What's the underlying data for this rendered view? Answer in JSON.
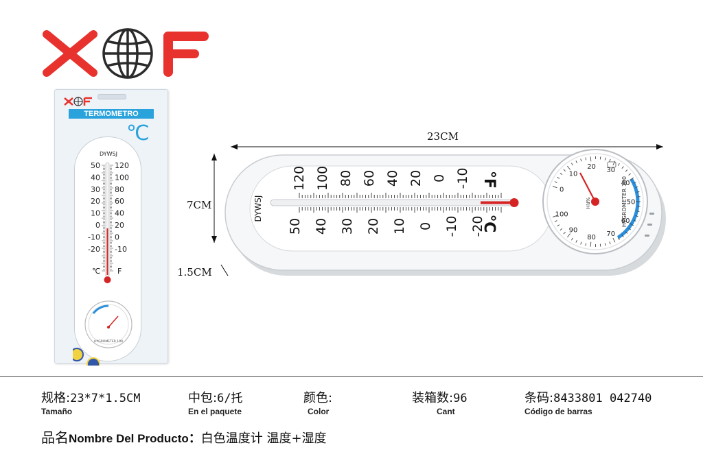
{
  "brand": {
    "logo_text": "XOF",
    "colors": {
      "red": "#e8322d",
      "dark": "#2b2b2b",
      "accent": "#2aa2dc"
    }
  },
  "package": {
    "label": "TERMOMETRO",
    "unit_symbol": "℃",
    "model": "DYWSJ",
    "celsius_scale": [
      "50",
      "40",
      "30",
      "20",
      "10",
      "0",
      "-10",
      "-20"
    ],
    "fahrenheit_scale": [
      "120",
      "100",
      "80",
      "60",
      "40",
      "20",
      "0",
      "-10"
    ],
    "unit_c": "℃",
    "unit_f": "F",
    "hygrometer_text": "HYGROMETER 100"
  },
  "product": {
    "model": "DYWSJ",
    "celsius_scale": [
      "50",
      "40",
      "30",
      "20",
      "10",
      "0",
      "-10",
      "-20"
    ],
    "fahrenheit_scale": [
      "120",
      "100",
      "80",
      "60",
      "40",
      "20",
      "0",
      "-10"
    ],
    "unit_c": "℃",
    "unit_f": "°F",
    "rh_label": "%RH",
    "hygrometer_text": "HYGROMETER 100",
    "dial_numbers": [
      "0",
      "10",
      "20",
      "30",
      "40",
      "50",
      "60",
      "70",
      "80",
      "90",
      "100"
    ],
    "dimensions": {
      "length": "23CM",
      "height": "7CM",
      "depth": "1.5CM"
    }
  },
  "specs": {
    "size": {
      "label": "规格:",
      "value": "23*7*1.5CM",
      "sub": "Tamaño"
    },
    "inner": {
      "label": "中包:",
      "value": "6/托",
      "sub": "En el paquete"
    },
    "color": {
      "label": "颜色:",
      "value": "",
      "sub": "Color"
    },
    "carton": {
      "label": "装箱数:",
      "value": "96",
      "sub": "Cant"
    },
    "barcode": {
      "label": "条码:",
      "value": "8433801 042740",
      "sub": "Código de barras"
    }
  },
  "product_name": {
    "label_cn": "品名",
    "label_en": "Nombre Del Producto",
    "separator": "：",
    "value": "白色温度计 温度+湿度"
  }
}
